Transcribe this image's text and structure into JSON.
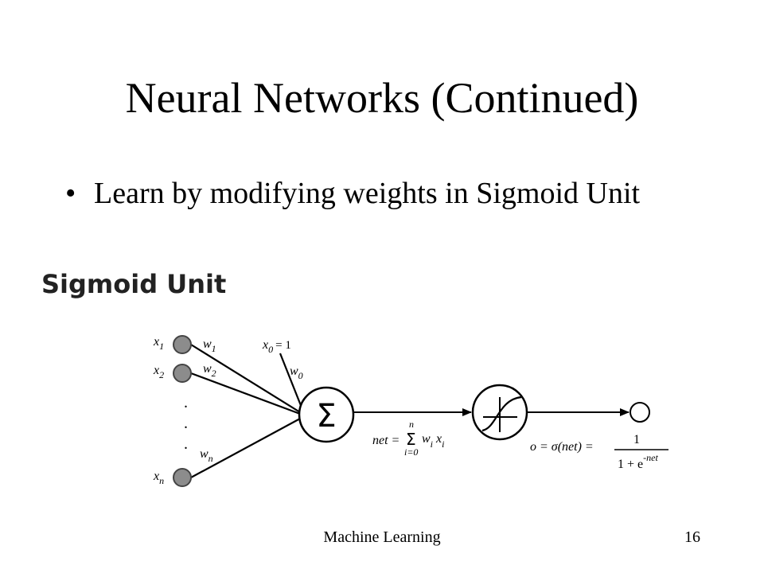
{
  "slide": {
    "title": "Neural Networks (Continued)",
    "bullet_glyph": "•",
    "bullet": "Learn by modifying weights in Sigmoid Unit"
  },
  "diagram": {
    "heading": "Sigmoid Unit",
    "inputs": [
      "x",
      "x",
      "x"
    ],
    "input_subscripts": [
      "1",
      "2",
      "n"
    ],
    "bias_input": "x",
    "bias_subscript": "0",
    "bias_value": "= 1",
    "weights": [
      "w",
      "w",
      "w",
      "w"
    ],
    "weight_subscripts": [
      "1",
      "2",
      "n",
      "0"
    ],
    "ellipsis": ".",
    "sum_symbol": "Σ",
    "net_formula": {
      "lhs": "net =",
      "sum": "Σ",
      "upper": "n",
      "lower": "i=0",
      "term": "w",
      "term_sub": "i",
      "term2": "x",
      "term2_sub": "i"
    },
    "output_formula": {
      "lhs": "o = σ(net) =",
      "numerator": "1",
      "denominator": "1 + e",
      "exponent": "-net"
    },
    "colors": {
      "input_node": "#8c8c8c",
      "line": "#000000"
    }
  },
  "footer": {
    "course": "Machine Learning",
    "page": "16"
  }
}
